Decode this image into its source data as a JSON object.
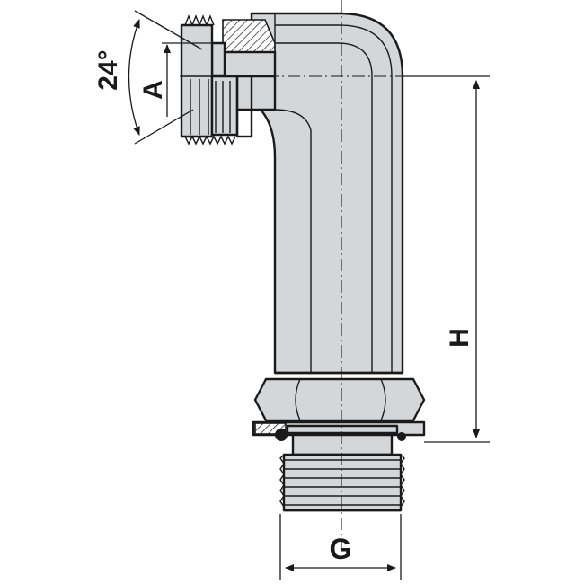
{
  "labels": {
    "angle": "24°",
    "a": "A",
    "h": "H",
    "g": "G"
  },
  "colors": {
    "line": "#1a1a1a",
    "body_fill": "#d4d7da",
    "background": "#ffffff"
  }
}
